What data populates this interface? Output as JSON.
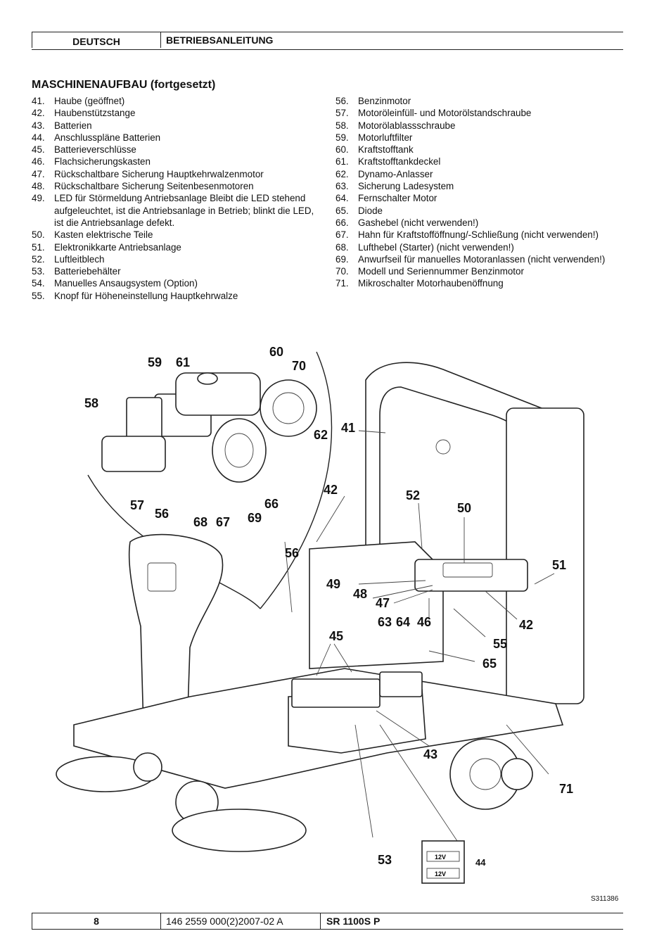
{
  "header": {
    "language": "DEUTSCH",
    "manual": "BETRIEBSANLEITUNG"
  },
  "section_title": "MASCHINENAUFBAU (fortgesetzt)",
  "left_items": [
    {
      "n": "41.",
      "t": "Haube (geöffnet)"
    },
    {
      "n": "42.",
      "t": "Haubenstützstange"
    },
    {
      "n": "43.",
      "t": "Batterien"
    },
    {
      "n": "44.",
      "t": "Anschlusspläne Batterien"
    },
    {
      "n": "45.",
      "t": "Batterieverschlüsse"
    },
    {
      "n": "46.",
      "t": "Flachsicherungskasten"
    },
    {
      "n": "47.",
      "t": "Rückschaltbare Sicherung Hauptkehrwalzenmotor"
    },
    {
      "n": "48.",
      "t": "Rückschaltbare Sicherung Seitenbesenmotoren"
    },
    {
      "n": "49.",
      "t": "LED für Störmeldung Antriebsanlage Bleibt die LED stehend aufgeleuchtet, ist die Antriebsanlage in Betrieb; blinkt die LED, ist die Antriebsanlage defekt."
    },
    {
      "n": "50.",
      "t": "Kasten elektrische Teile"
    },
    {
      "n": "51.",
      "t": "Elektronikkarte Antriebsanlage"
    },
    {
      "n": "52.",
      "t": "Luftleitblech"
    },
    {
      "n": "53.",
      "t": "Batteriebehälter"
    },
    {
      "n": "54.",
      "t": "Manuelles Ansaugsystem (Option)"
    },
    {
      "n": "55.",
      "t": "Knopf für Höheneinstellung Hauptkehrwalze"
    }
  ],
  "right_items": [
    {
      "n": "56.",
      "t": "Benzinmotor"
    },
    {
      "n": "57.",
      "t": "Motoröleinfüll- und Motorölstandschraube"
    },
    {
      "n": "58.",
      "t": "Motorölablassschraube"
    },
    {
      "n": "59.",
      "t": "Motorluftfilter"
    },
    {
      "n": "60.",
      "t": "Kraftstofftank"
    },
    {
      "n": "61.",
      "t": "Kraftstofftankdeckel"
    },
    {
      "n": "62.",
      "t": "Dynamo-Anlasser"
    },
    {
      "n": "63.",
      "t": "Sicherung Ladesystem"
    },
    {
      "n": "64.",
      "t": "Fernschalter Motor"
    },
    {
      "n": "65.",
      "t": "Diode"
    },
    {
      "n": "66.",
      "t": "Gashebel (nicht verwenden!)"
    },
    {
      "n": "67.",
      "t": "Hahn für Kraftstofföffnung/-Schließung (nicht verwenden!)"
    },
    {
      "n": "68.",
      "t": "Lufthebel (Starter) (nicht verwenden!)"
    },
    {
      "n": "69.",
      "t": "Anwurfseil für manuelles Motoranlassen (nicht verwenden!)"
    },
    {
      "n": "70.",
      "t": "Modell und Seriennummer Benzinmotor"
    },
    {
      "n": "71.",
      "t": "Mikroschalter Motorhaubenöffnung"
    }
  ],
  "callouts": {
    "c41": "41",
    "c42a": "42",
    "c42b": "42",
    "c43": "43",
    "c44": "44",
    "c45": "45",
    "c46": "46",
    "c47": "47",
    "c48": "48",
    "c49": "49",
    "c50": "50",
    "c51": "51",
    "c52": "52",
    "c53": "53",
    "c55": "55",
    "c56a": "56",
    "c56b": "56",
    "c57": "57",
    "c58": "58",
    "c59": "59",
    "c60": "60",
    "c61": "61",
    "c62": "62",
    "c63": "63",
    "c64": "64",
    "c65": "65",
    "c66": "66",
    "c67": "67",
    "c68": "68",
    "c69": "69",
    "c70": "70",
    "c71": "71"
  },
  "battery_label": "12V",
  "figure_code": "S311386",
  "footer": {
    "page": "8",
    "doc_number": "146 2559 000(2)2007-02 A",
    "model": "SR 1100S P"
  }
}
